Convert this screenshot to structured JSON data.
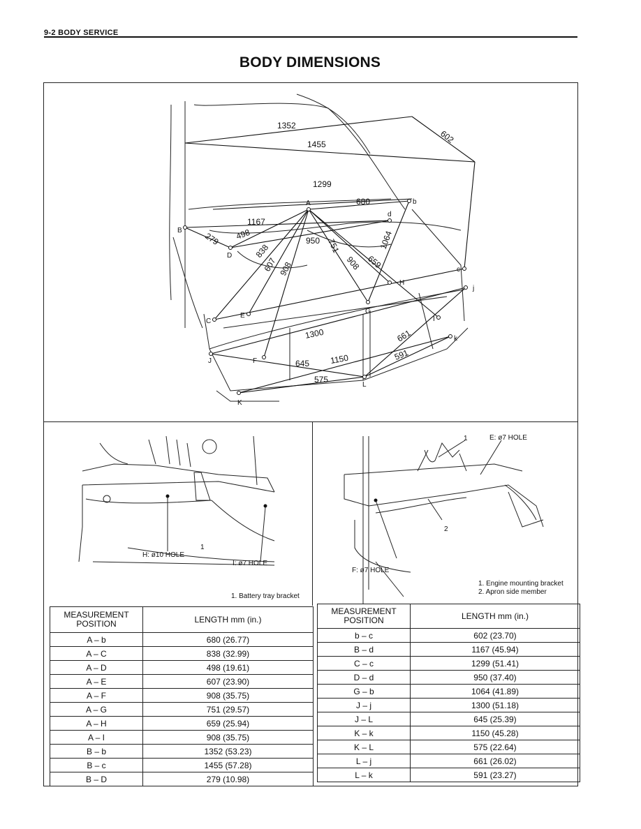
{
  "header": {
    "section": "9-2  BODY SERVICE"
  },
  "title": "BODY DIMENSIONS",
  "main_diagram": {
    "dimension_labels": [
      "1352",
      "1455",
      "602",
      "1299",
      "680",
      "1167",
      "279",
      "498",
      "838",
      "950",
      "751",
      "1064",
      "908",
      "659",
      "607",
      "908",
      "1300",
      "661",
      "591",
      "645",
      "1150",
      "575"
    ],
    "point_labels": [
      "A",
      "b",
      "B",
      "d",
      "D",
      "c",
      "H",
      "j",
      "C",
      "E",
      "G",
      "I",
      "J",
      "F",
      "k",
      "L",
      "K"
    ]
  },
  "left_detail": {
    "hole_h": "H: ø10 HOLE",
    "hole_i": "I: ø7 HOLE",
    "callout": "1",
    "legend": "1.  Battery tray bracket"
  },
  "right_detail": {
    "hole_e": "E: ø7 HOLE",
    "hole_f": "F: ø7 HOLE",
    "callout_1": "1",
    "callout_2": "2",
    "legend_1": "1.  Engine mounting bracket",
    "legend_2": "2.  Apron side member"
  },
  "table": {
    "col_position": "MEASUREMENT POSITION",
    "col_length": "LENGTH  mm (in.)",
    "left_rows": [
      {
        "pos": "A – b",
        "len": "680 (26.77)"
      },
      {
        "pos": "A – C",
        "len": "838 (32.99)"
      },
      {
        "pos": "A – D",
        "len": "498 (19.61)"
      },
      {
        "pos": "A – E",
        "len": "607 (23.90)"
      },
      {
        "pos": "A – F",
        "len": "908 (35.75)"
      },
      {
        "pos": "A – G",
        "len": "751 (29.57)"
      },
      {
        "pos": "A – H",
        "len": "659 (25.94)"
      },
      {
        "pos": "A – I",
        "len": "908 (35.75)"
      },
      {
        "pos": "B – b",
        "len": "1352 (53.23)"
      },
      {
        "pos": "B – c",
        "len": "1455 (57.28)"
      },
      {
        "pos": "B – D",
        "len": "279 (10.98)"
      }
    ],
    "right_rows": [
      {
        "pos": "b – c",
        "len": "602 (23.70)"
      },
      {
        "pos": "B – d",
        "len": "1167 (45.94)"
      },
      {
        "pos": "C – c",
        "len": "1299 (51.41)"
      },
      {
        "pos": "D – d",
        "len": "950 (37.40)"
      },
      {
        "pos": "G – b",
        "len": "1064 (41.89)"
      },
      {
        "pos": "J – j",
        "len": "1300 (51.18)"
      },
      {
        "pos": "J – L",
        "len": "645 (25.39)"
      },
      {
        "pos": "K – k",
        "len": "1150 (45.28)"
      },
      {
        "pos": "K – L",
        "len": "575 (22.64)"
      },
      {
        "pos": "L – j",
        "len": "661 (26.02)"
      },
      {
        "pos": "L – k",
        "len": "591 (23.27)"
      }
    ]
  }
}
